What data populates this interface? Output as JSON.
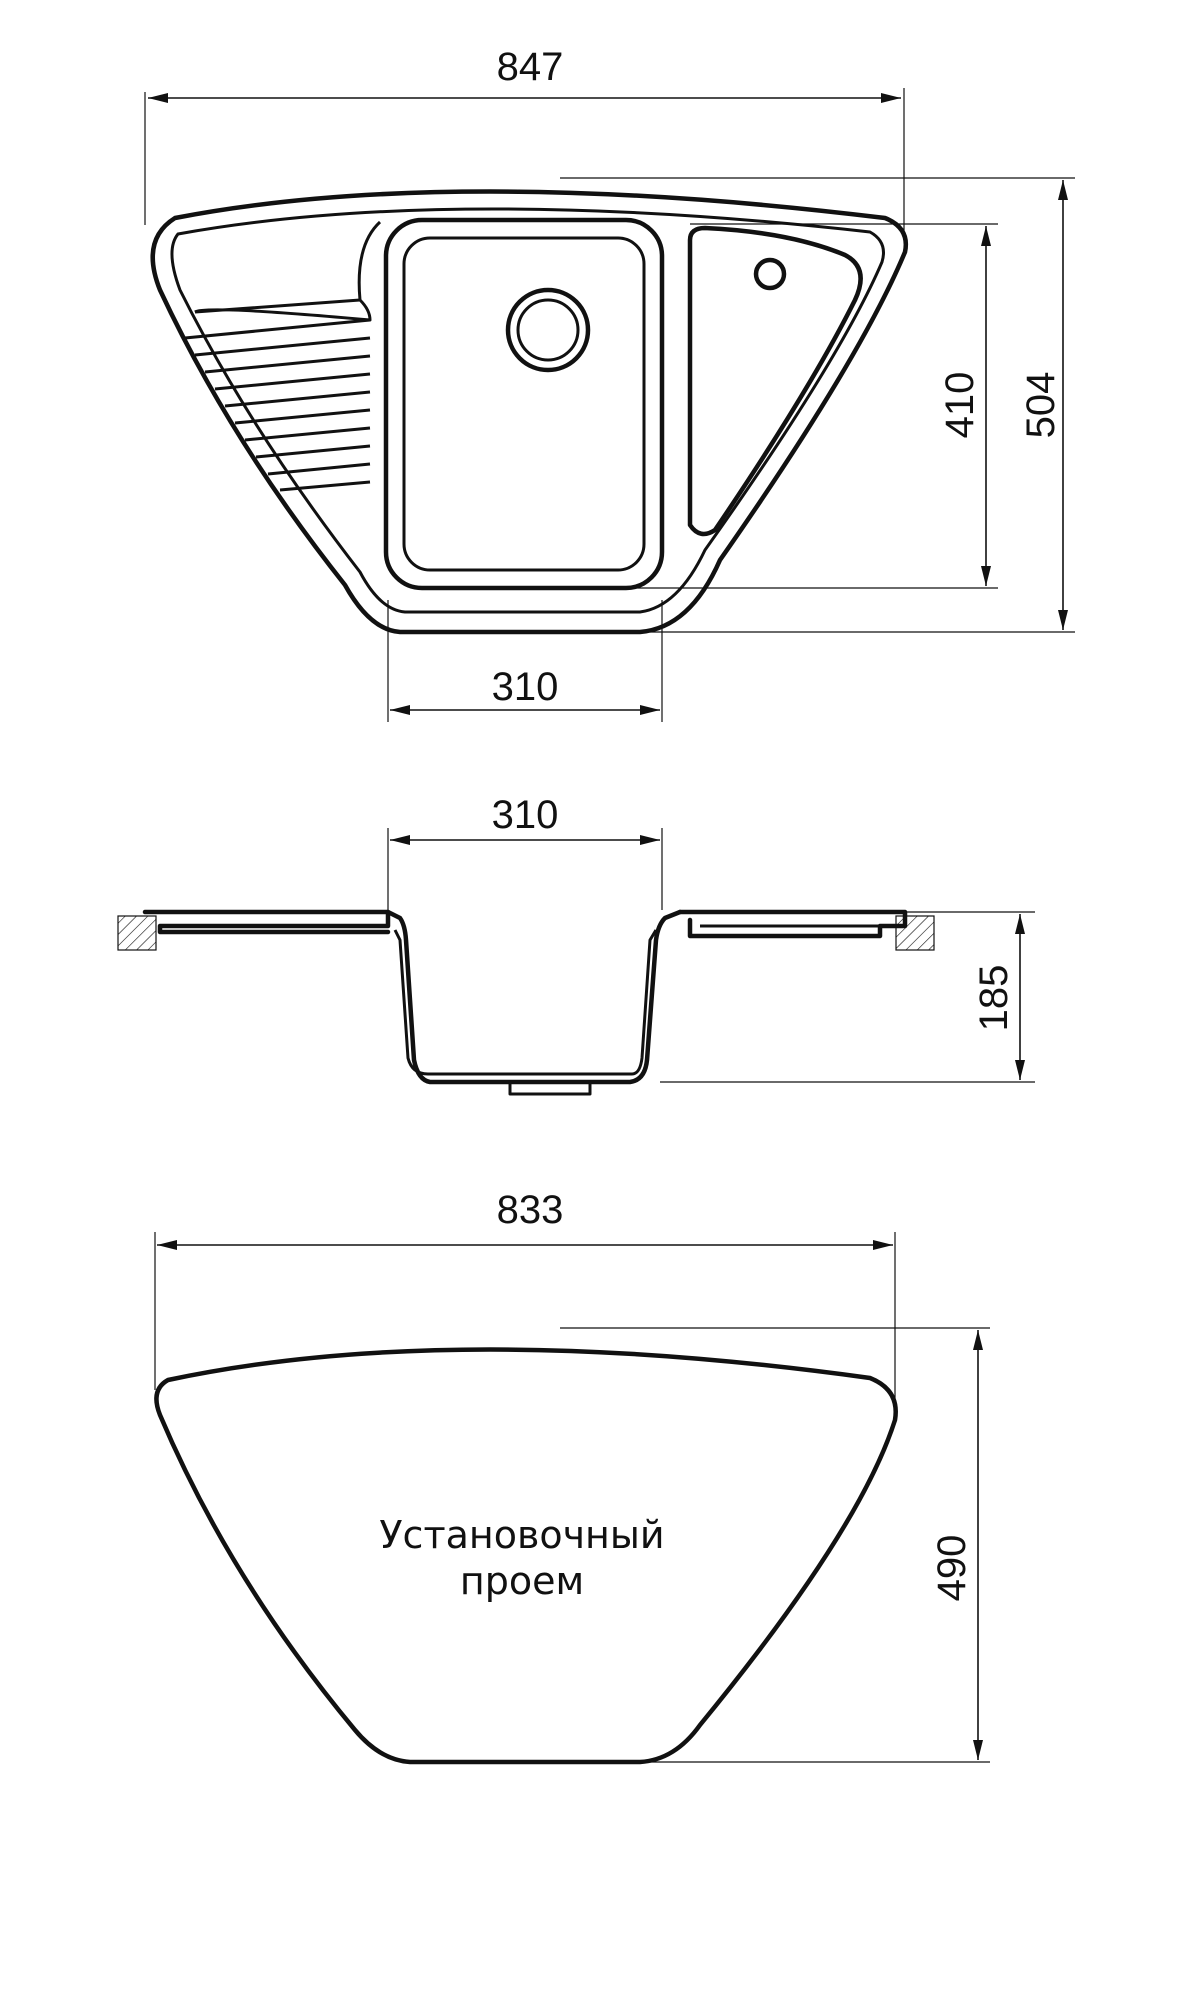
{
  "top_view": {
    "dimensions": {
      "overall_width": "847",
      "bowl_width": "310",
      "inner_depth": "410",
      "overall_depth": "504"
    }
  },
  "side_view": {
    "dimensions": {
      "bowl_width": "310",
      "bowl_height": "185"
    }
  },
  "cutout_view": {
    "dimensions": {
      "width": "833",
      "depth": "490"
    },
    "label_line1": "Установочный",
    "label_line2": "проем"
  },
  "colors": {
    "line": "#111111",
    "background": "#ffffff"
  }
}
